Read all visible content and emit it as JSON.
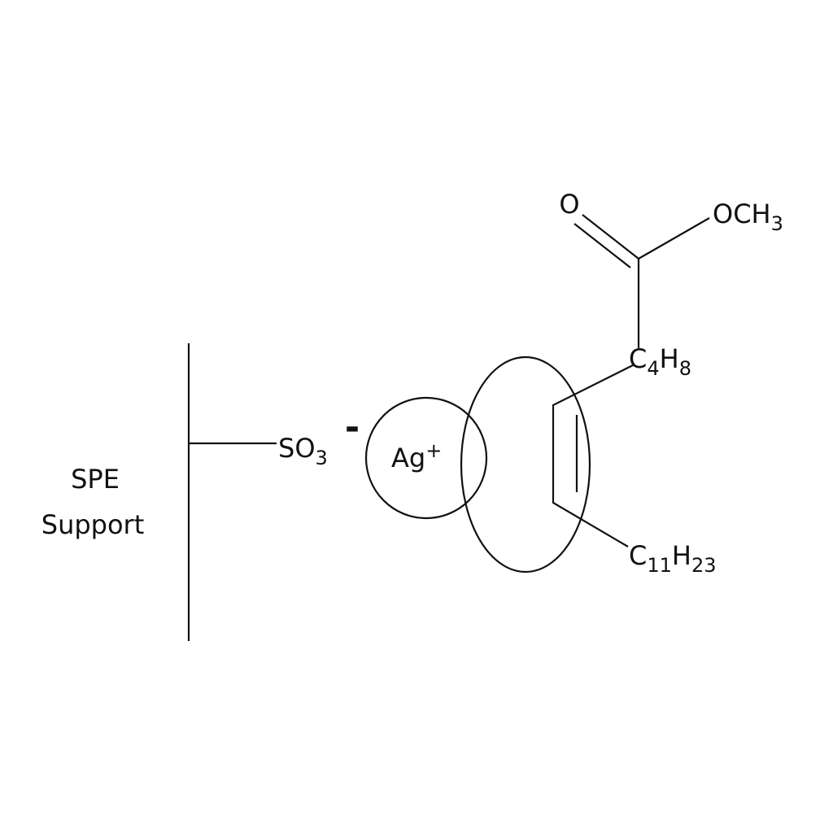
{
  "support": {
    "line1": "SPE",
    "line2": "Support"
  },
  "sulfonate": {
    "base": "SO",
    "sub": "3",
    "charge": "-"
  },
  "silver": {
    "base": "Ag",
    "sup": "+"
  },
  "ester": {
    "carbonyl_o": "O",
    "methoxy": {
      "base": "OCH",
      "sub": "3"
    }
  },
  "chain_upper": {
    "c": "C",
    "c_sub": "4",
    "h": "H",
    "h_sub": "8"
  },
  "chain_lower": {
    "c": "C",
    "c_sub": "11",
    "h": "H",
    "h_sub": "23"
  }
}
